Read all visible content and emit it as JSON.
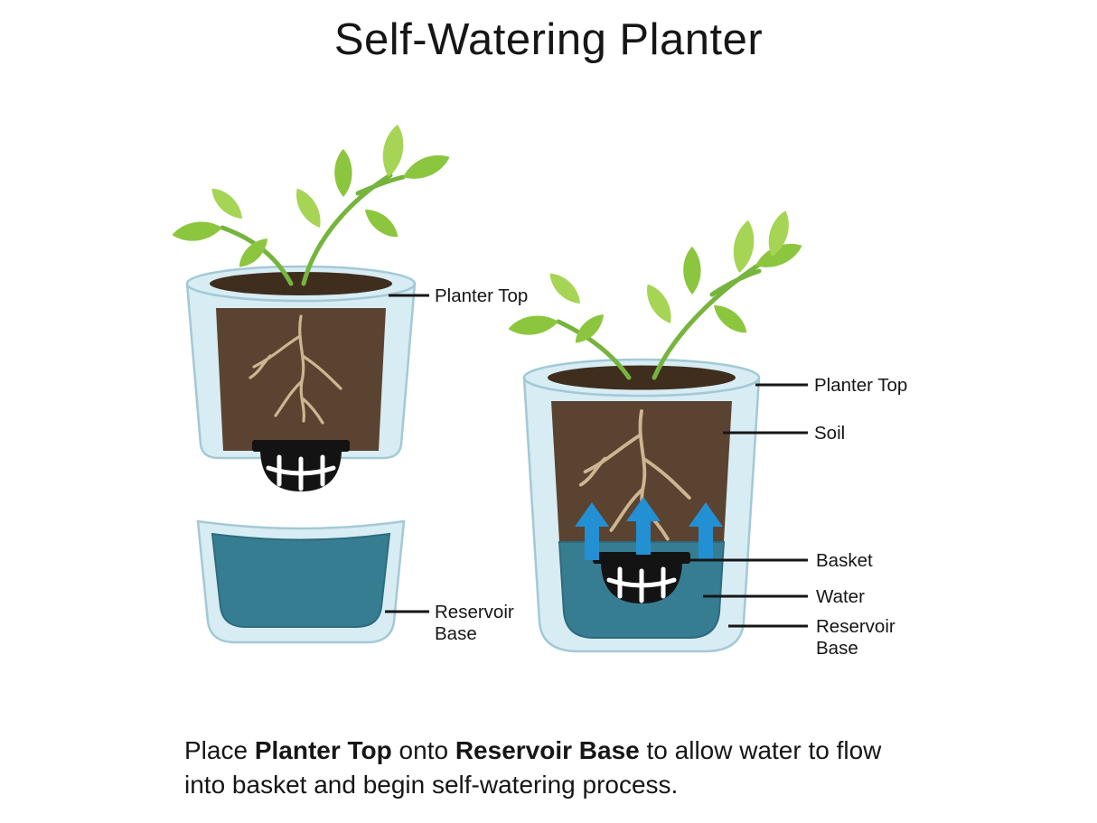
{
  "title": "Self-Watering Planter",
  "left_diagram": {
    "planter_top_label": "Planter Top",
    "reservoir_label_line1": "Reservoir",
    "reservoir_label_line2": "Base"
  },
  "right_diagram": {
    "planter_top_label": "Planter Top",
    "soil_label": "Soil",
    "basket_label": "Basket",
    "water_label": "Water",
    "reservoir_label_line1": "Reservoir",
    "reservoir_label_line2": "Base"
  },
  "caption": {
    "part1": "Place ",
    "part2_bold": "Planter Top",
    "part3": " onto ",
    "part4_bold": "Reservoir Base",
    "part5": " to allow water to flow into basket and begin self-watering process."
  },
  "colors": {
    "container": "#d8ecf3",
    "container_stroke": "#a3c9d5",
    "soil": "#5a4330",
    "soil_dark": "#3f2e1e",
    "water": "#377d92",
    "water_stroke": "#2d6b7e",
    "leaf": "#8cc63e",
    "leaf_light": "#a6d455",
    "stem": "#76b43e",
    "root": "#cdb591",
    "basket": "#131313",
    "arrow": "#2490d4",
    "text": "#161616"
  }
}
